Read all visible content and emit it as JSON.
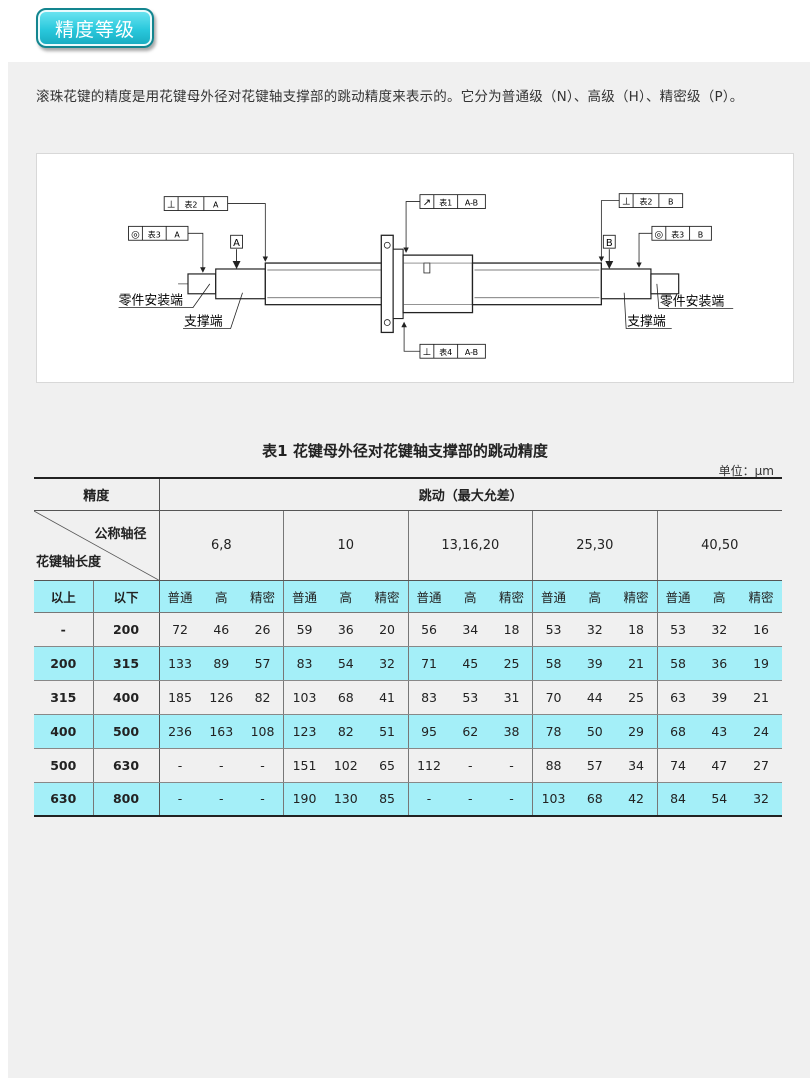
{
  "header": {
    "title": "精度等级"
  },
  "intro": {
    "text": "滚珠花键的精度是用花键母外径对花键轴支撑部的跳动精度来表示的。它分为普通级（N）、高级（H）、精密级（P）。"
  },
  "figure": {
    "frames": {
      "perp_left": {
        "sym": "⊥",
        "ref": "表2",
        "datum": "A"
      },
      "conc_left": {
        "sym": "◎",
        "ref": "表3",
        "datum": "A"
      },
      "runout_top": {
        "sym": "↗",
        "ref": "表1",
        "datum": "A-B"
      },
      "perp_right": {
        "sym": "⊥",
        "ref": "表2",
        "datum": "B"
      },
      "conc_right": {
        "sym": "◎",
        "ref": "表3",
        "datum": "B"
      },
      "perp_bottom": {
        "sym": "⊥",
        "ref": "表4",
        "datum": "A-B"
      }
    },
    "datum_a": "A",
    "datum_b": "B",
    "label_part_end": "零件安装端",
    "label_support_end": "支撑端"
  },
  "table": {
    "title": "表1  花键母外径对花键轴支撑部的跳动精度",
    "unit": "单位：μm",
    "header_grade": "精度",
    "header_runout": "跳动（最大允差）",
    "diag_top": "公称轴径",
    "diag_bottom": "花键轴长度",
    "diameters": [
      "6,8",
      "10",
      "13,16,20",
      "25,30",
      "40,50"
    ],
    "col_over": "以上",
    "col_under": "以下",
    "grades": [
      "普通",
      "高",
      "精密"
    ],
    "rows": [
      {
        "over": "-",
        "under": "200",
        "values": [
          "72",
          "46",
          "26",
          "59",
          "36",
          "20",
          "56",
          "34",
          "18",
          "53",
          "32",
          "18",
          "53",
          "32",
          "16"
        ]
      },
      {
        "over": "200",
        "under": "315",
        "values": [
          "133",
          "89",
          "57",
          "83",
          "54",
          "32",
          "71",
          "45",
          "25",
          "58",
          "39",
          "21",
          "58",
          "36",
          "19"
        ]
      },
      {
        "over": "315",
        "under": "400",
        "values": [
          "185",
          "126",
          "82",
          "103",
          "68",
          "41",
          "83",
          "53",
          "31",
          "70",
          "44",
          "25",
          "63",
          "39",
          "21"
        ]
      },
      {
        "over": "400",
        "under": "500",
        "values": [
          "236",
          "163",
          "108",
          "123",
          "82",
          "51",
          "95",
          "62",
          "38",
          "78",
          "50",
          "29",
          "68",
          "43",
          "24"
        ]
      },
      {
        "over": "500",
        "under": "630",
        "values": [
          "-",
          "-",
          "-",
          "151",
          "102",
          "65",
          "112",
          "-",
          "-",
          "88",
          "57",
          "34",
          "74",
          "47",
          "27"
        ]
      },
      {
        "over": "630",
        "under": "800",
        "values": [
          "-",
          "-",
          "-",
          "190",
          "130",
          "85",
          "-",
          "-",
          "-",
          "103",
          "68",
          "42",
          "84",
          "54",
          "32"
        ]
      }
    ]
  }
}
